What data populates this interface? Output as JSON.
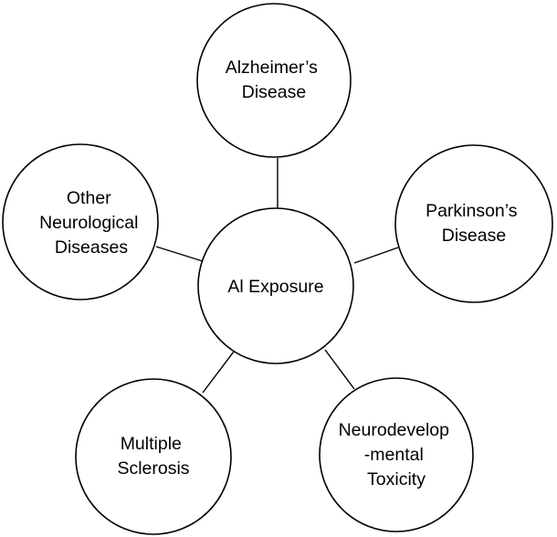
{
  "diagram": {
    "center": {
      "lines": [
        "Al Exposure"
      ]
    },
    "nodes": [
      {
        "id": "alzheimers",
        "lines": [
          "Alzheimer’s",
          "Disease"
        ]
      },
      {
        "id": "parkinsons",
        "lines": [
          "Parkinson’s",
          "Disease"
        ]
      },
      {
        "id": "neurodevelopmental",
        "lines": [
          "Neurodevelop",
          "-mental",
          "Toxicity"
        ]
      },
      {
        "id": "multiple-sclerosis",
        "lines": [
          "Multiple",
          "Sclerosis"
        ]
      },
      {
        "id": "other-neurological",
        "lines": [
          "Other",
          "Neurological",
          "Diseases"
        ]
      }
    ]
  }
}
